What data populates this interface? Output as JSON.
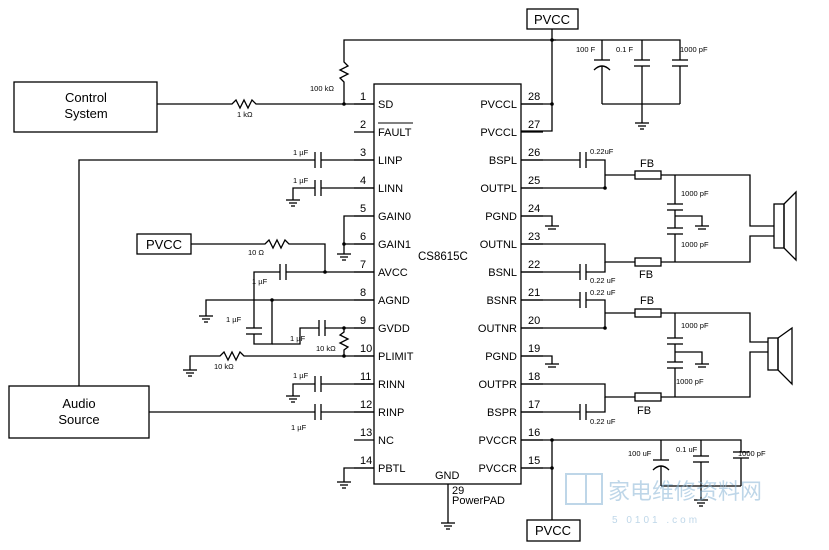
{
  "chip": {
    "name": "CS8615C",
    "gnd_label": "GND",
    "pad_pin": "29",
    "pad_label": "PowerPAD"
  },
  "blocks": {
    "control": [
      "Control",
      "System"
    ],
    "audio": [
      "Audio",
      "Source"
    ]
  },
  "supply": {
    "pvcc_top": "PVCC",
    "pvcc_left": "PVCC",
    "pvcc_bottom": "PVCC"
  },
  "left_pins": [
    {
      "num": "1",
      "name": "SD"
    },
    {
      "num": "2",
      "name": "FAULT"
    },
    {
      "num": "3",
      "name": "LINP"
    },
    {
      "num": "4",
      "name": "LINN"
    },
    {
      "num": "5",
      "name": "GAIN0"
    },
    {
      "num": "6",
      "name": "GAIN1"
    },
    {
      "num": "7",
      "name": "AVCC"
    },
    {
      "num": "8",
      "name": "AGND"
    },
    {
      "num": "9",
      "name": "GVDD"
    },
    {
      "num": "10",
      "name": "PLIMIT"
    },
    {
      "num": "11",
      "name": "RINN"
    },
    {
      "num": "12",
      "name": "RINP"
    },
    {
      "num": "13",
      "name": "NC"
    },
    {
      "num": "14",
      "name": "PBTL"
    }
  ],
  "right_pins": [
    {
      "num": "28",
      "name": "PVCCL"
    },
    {
      "num": "27",
      "name": "PVCCL"
    },
    {
      "num": "26",
      "name": "BSPL"
    },
    {
      "num": "25",
      "name": "OUTPL"
    },
    {
      "num": "24",
      "name": "PGND"
    },
    {
      "num": "23",
      "name": "OUTNL"
    },
    {
      "num": "22",
      "name": "BSNL"
    },
    {
      "num": "21",
      "name": "BSNR"
    },
    {
      "num": "20",
      "name": "OUTNR"
    },
    {
      "num": "19",
      "name": "PGND"
    },
    {
      "num": "18",
      "name": "OUTPR"
    },
    {
      "num": "17",
      "name": "BSPR"
    },
    {
      "num": "16",
      "name": "PVCCR"
    },
    {
      "num": "15",
      "name": "PVCCR"
    }
  ],
  "components": {
    "r_100k": "100 kΩ",
    "r_1k": "1 kΩ",
    "c_linp": "1 µF",
    "c_linn": "1 µF",
    "r_10": "10 Ω",
    "c_avcc": "1 µF",
    "c_agnd": "1 µF",
    "c_gvdd": "1 µF",
    "r_10k_a": "10 kΩ",
    "r_10k_b": "10 kΩ",
    "c_rinn": "1 µF",
    "c_rinp": "1 µF",
    "top_caps": [
      "100 F",
      "0.1 F",
      "1000 pF"
    ],
    "bot_caps": [
      "100 uF",
      "0.1 uF",
      "1000 pF"
    ],
    "c_bspl": "0.22uF",
    "c_bsnl": "0.22 uF",
    "c_bsnr": "0.22 uF",
    "c_bspr": "0.22 uF",
    "fb": "FB",
    "c_1000pf": "1000 pF"
  },
  "watermark": {
    "cn": "家电维修资料网",
    "url": "5 0101 .com"
  }
}
